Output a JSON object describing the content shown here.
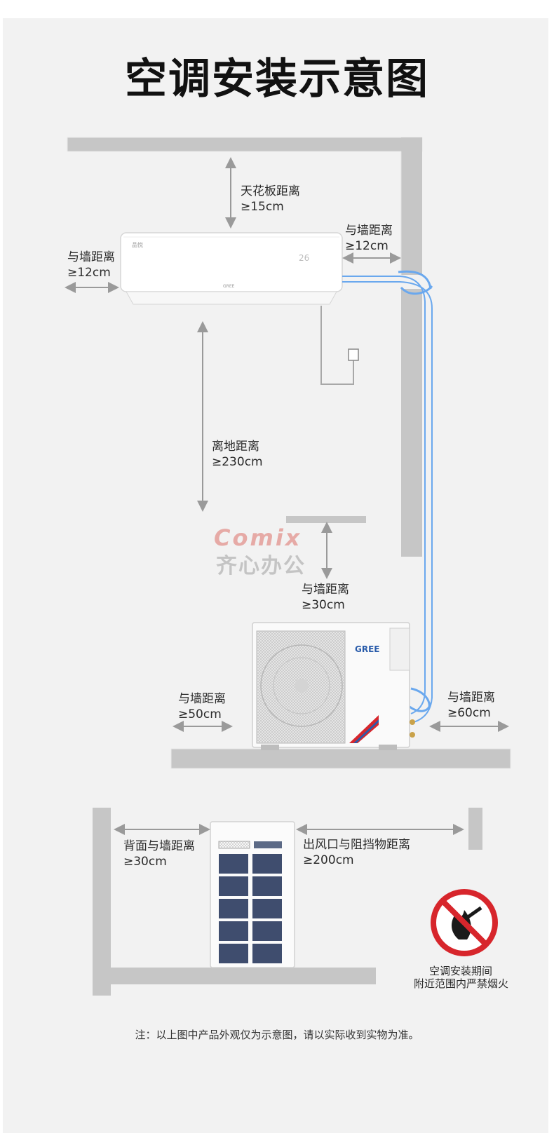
{
  "title": "空调安装示意图",
  "labels": {
    "ceiling_title": "天花板距离",
    "ceiling_value": "≥15cm",
    "indoor_right_title": "与墙距离",
    "indoor_right_value": "≥12cm",
    "indoor_left_title": "与墙距离",
    "indoor_left_value": "≥12cm",
    "floor_title": "离地距离",
    "floor_value": "≥230cm",
    "outdoor_top_title": "与墙距离",
    "outdoor_top_value": "≥30cm",
    "outdoor_left_title": "与墙距离",
    "outdoor_left_value": "≥50cm",
    "outdoor_right_title": "与墙距离",
    "outdoor_right_value": "≥60cm",
    "back_title": "背面与墙距离",
    "back_value": "≥30cm",
    "outlet_title": "出风口与阻挡物距离",
    "outlet_value": "≥200cm",
    "fire_line1": "空调安装期间",
    "fire_line2": "附近范围内严禁烟火"
  },
  "indoor_unit": {
    "display": "26",
    "brand": "GREE"
  },
  "outdoor_unit": {
    "brand": "GREE"
  },
  "watermark": {
    "logo": "Comix",
    "text": "齐心办公"
  },
  "note": "注：以上图中产品外观仅为示意图，请以实际收到实物为准。",
  "colors": {
    "wall": "#c6c6c6",
    "pipe": "#6aa8ee",
    "arrow": "#9a9a9a",
    "prohibit": "#d7262c",
    "brand": "#2a5caa"
  }
}
